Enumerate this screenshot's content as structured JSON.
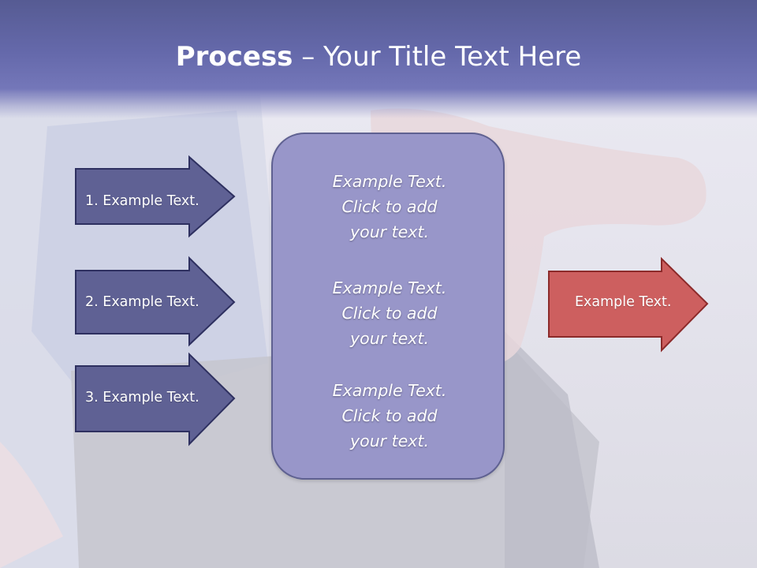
{
  "title": {
    "bold": "Process",
    "rest": " – Your Title Text Here"
  },
  "left_arrows": [
    {
      "label": "1. Example Text."
    },
    {
      "label": "2. Example Text."
    },
    {
      "label": "3. Example Text."
    }
  ],
  "center_box": {
    "paragraphs": [
      {
        "lines": [
          "Example Text.",
          "Click  to add",
          "your text."
        ]
      },
      {
        "lines": [
          "Example Text.",
          "Click  to add",
          "your text."
        ]
      },
      {
        "lines": [
          "Example Text.",
          "Click  to add",
          "your text."
        ]
      }
    ]
  },
  "right_arrow": {
    "label": "Example Text."
  },
  "colors": {
    "title_band": "#6569ab",
    "left_arrow_fill": "#5f6194",
    "left_arrow_border": "#2e3060",
    "center_fill": "#9896c9",
    "right_arrow_fill": "#cd5f5f",
    "right_arrow_border": "#8c2a2a"
  }
}
